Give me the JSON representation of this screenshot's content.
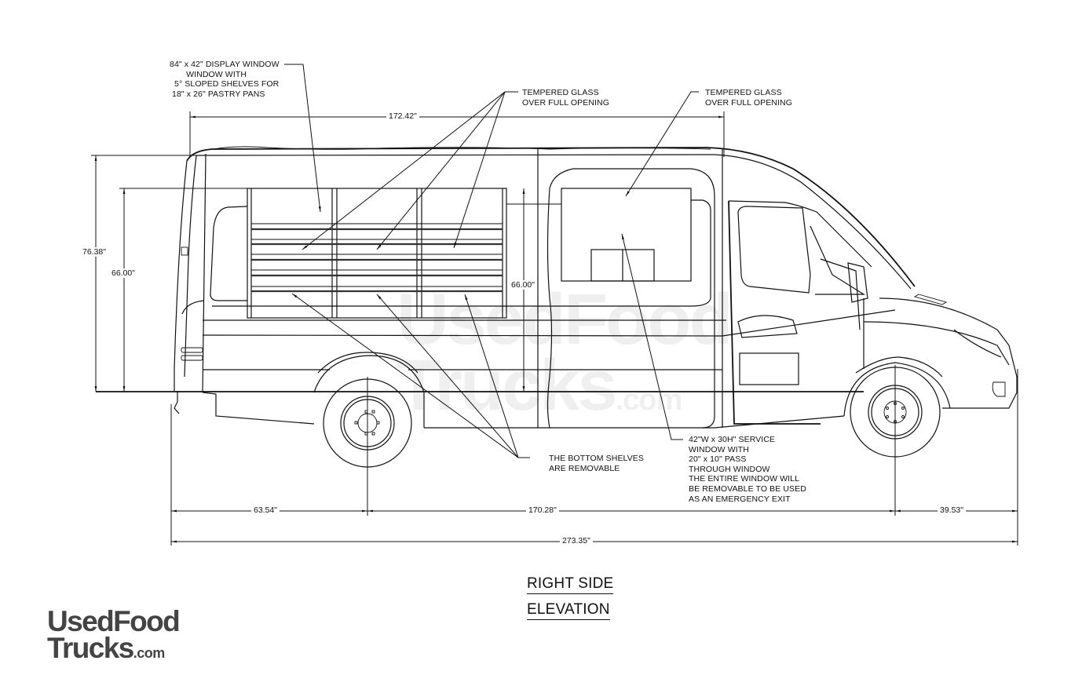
{
  "drawing": {
    "title_line1": "RIGHT SIDE",
    "title_line2": "ELEVATION",
    "watermark": {
      "line1": "UsedFood",
      "line2": "Trucks",
      "suffix": ".com"
    },
    "logo": {
      "line1": "UsedFood",
      "line2": "Trucks",
      "suffix": ".com",
      "color": "#444444"
    }
  },
  "dimensions": {
    "upper_length": "172.42\"",
    "overall_height": "76.38\"",
    "interior_height": "66.00\"",
    "service_window_height": "66.00\"",
    "rear_overhang": "63.54\"",
    "wheelbase": "170.28\"",
    "front_overhang": "39.53\"",
    "overall_length": "273.35\""
  },
  "notes": {
    "display_window": "84\" x 42\" DISPLAY WINDOW\n       WINDOW WITH\n  5° SLOPED SHELVES FOR\n 18\" x 26\" PASTRY PANS",
    "tempered_glass_left": "TEMPERED GLASS\nOVER FULL OPENING",
    "tempered_glass_right": "TEMPERED GLASS\nOVER FULL OPENING",
    "bottom_shelves": "THE BOTTOM SHELVES\nARE REMOVABLE",
    "service_window": "42\"W x 30H\" SERVICE\nWINDOW WITH\n20\" x 10\" PASS\nTHROUGH WINDOW\nTHE ENTIRE WINDOW WILL\nBE REMOVABLE TO BE USED\nAS AN EMERGENCY EXIT"
  }
}
